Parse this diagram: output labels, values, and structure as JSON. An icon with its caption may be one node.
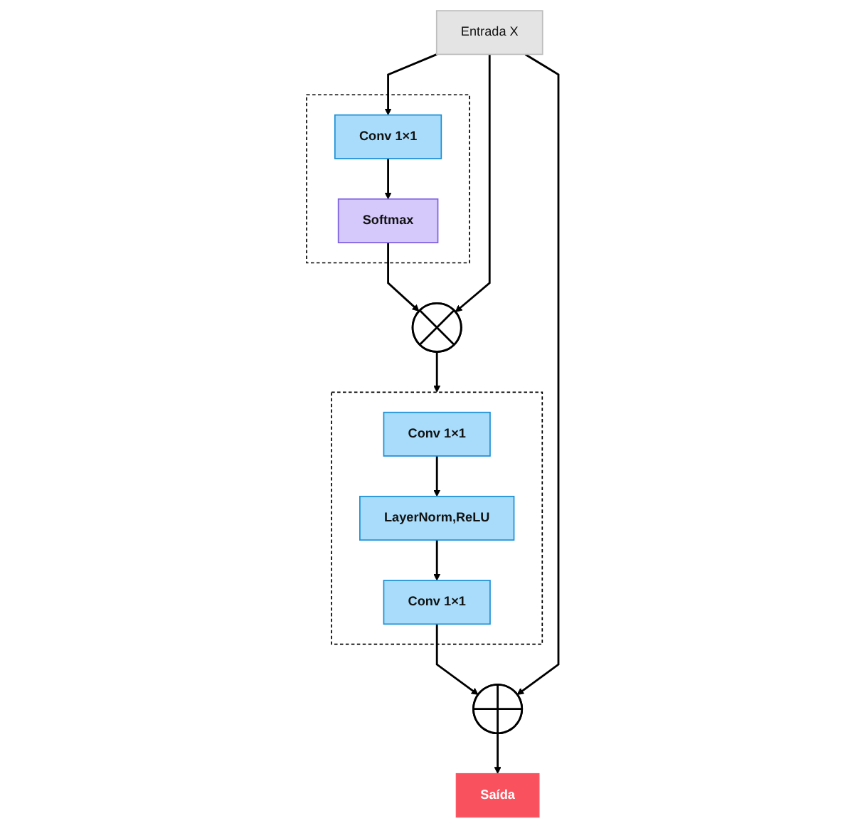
{
  "diagram": {
    "nodes": [
      {
        "text": [
          "Entrada X"
        ]
      },
      {
        "text": [],
        "shape": "box"
      },
      {
        "text": [
          "Conv 1×1"
        ],
        "in": 1
      },
      {
        "text": [
          "Softmax"
        ],
        "in": 1
      },
      {
        "text": [],
        "shape": "circle-cross"
      },
      {
        "text": [],
        "shape": "box"
      },
      {
        "text": [
          "Conv 1×1"
        ],
        "in": 5
      },
      {
        "text": [
          "LayerNorm,ReLU"
        ],
        "in": 5
      },
      {
        "text": [
          "Conv 1×1"
        ],
        "in": 5
      },
      {
        "text": [],
        "shape": "circle-plus"
      },
      {
        "text": [
          "Saída"
        ]
      }
    ],
    "edges": [
      {
        "from": 0,
        "to": 2,
        "arrow": "to"
      },
      {
        "from": 2,
        "to": 3,
        "arrow": "to"
      },
      {
        "from": 3,
        "to": 4,
        "arrow": "to"
      },
      {
        "from": 0,
        "to": 4,
        "arrow": "to"
      },
      {
        "from": 4,
        "to": 5,
        "arrow": "to"
      },
      {
        "from": 6,
        "to": 7,
        "arrow": "to"
      },
      {
        "from": 7,
        "to": 8,
        "arrow": "to"
      },
      {
        "from": 8,
        "to": 9,
        "arrow": "to"
      },
      {
        "from": 0,
        "to": 9,
        "arrow": "to"
      },
      {
        "from": 9,
        "to": 10,
        "arrow": "to"
      }
    ]
  }
}
